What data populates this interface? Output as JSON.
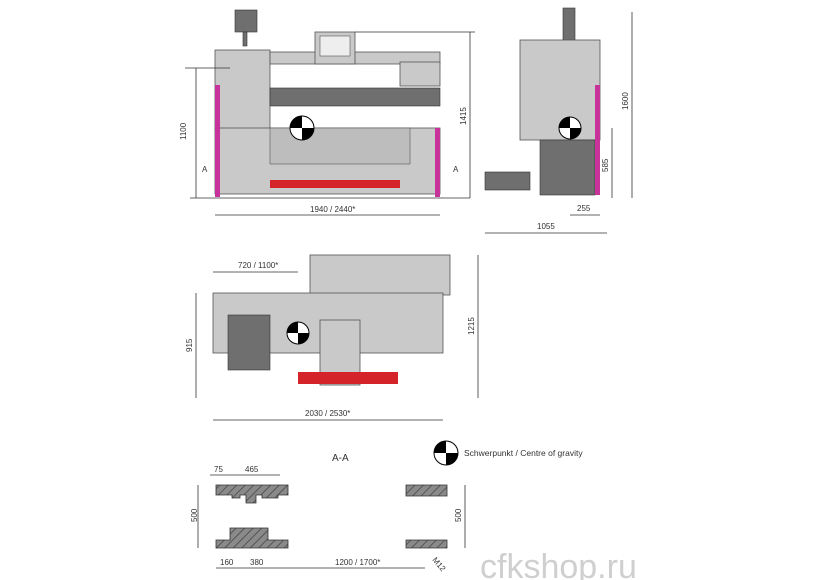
{
  "front_view": {
    "dim_height": "1100",
    "dim_total_height": "1415",
    "dim_width": "1940 / 2440*",
    "section_mark_left": "A",
    "section_mark_right": "A"
  },
  "side_view": {
    "dim_height": "1600",
    "dim_cog_height": "585",
    "dim_cog_offset": "255",
    "dim_depth": "1055"
  },
  "top_view": {
    "dim_headstock": "720 / 1100*",
    "dim_depth": "915",
    "dim_total_depth": "1215",
    "dim_length": "2030 / 2530*"
  },
  "section": {
    "title": "A-A",
    "dim_a": "75",
    "dim_b": "465",
    "dim_left_height": "500",
    "dim_right_height": "500",
    "dim_c": "160",
    "dim_d": "380",
    "dim_e": "1200 / 1700*",
    "dim_bolt": "M12"
  },
  "legend": {
    "label": "Schwerpunkt  / Centre of gravity"
  },
  "watermark": "cfkshop.ru"
}
